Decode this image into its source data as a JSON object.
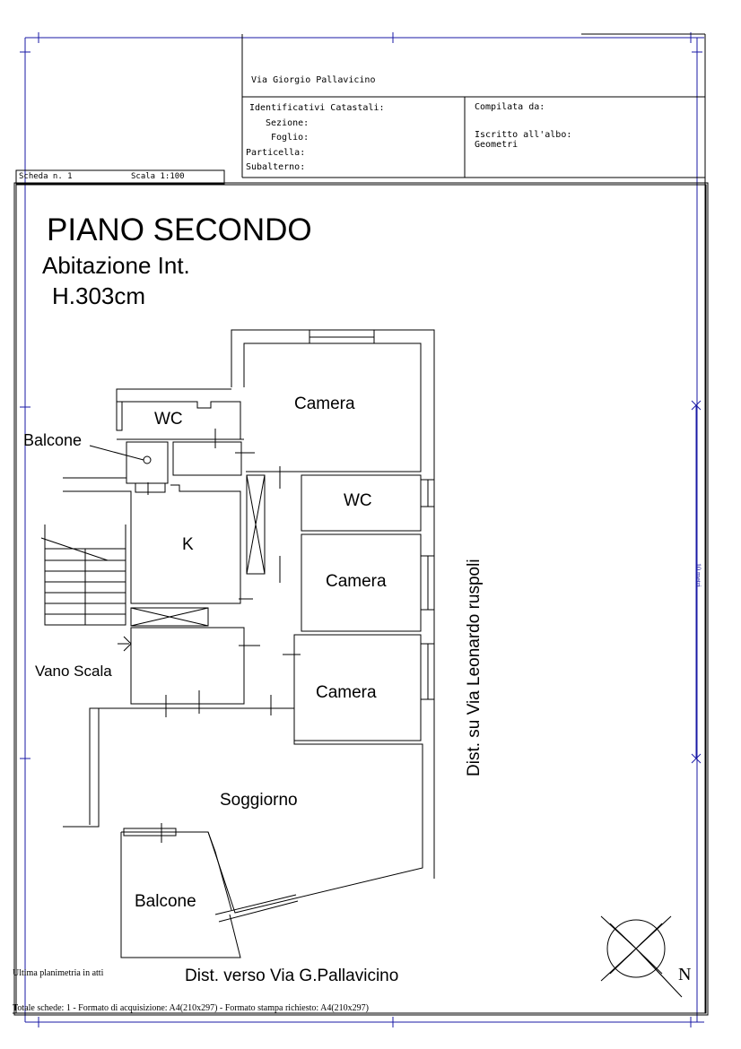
{
  "header": {
    "address": "Via Giorgio Pallavicino",
    "cadastral_title": "Identificativi Catastali:",
    "sezione_label": "Sezione:",
    "foglio_label": "Foglio:",
    "particella_label": "Particella:",
    "subalterno_label": "Subalterno:",
    "compiled_label": "Compilata da:",
    "register_label": "Iscritto all'albo:",
    "register_value": "Geometri",
    "sheet_label": "Scheda n. 1",
    "scale_label": "Scala 1:100"
  },
  "plan": {
    "title": "PIANO SECONDO",
    "subtitle": "Abitazione Int.",
    "height": "H.303cm",
    "rooms": {
      "camera_top": "Camera",
      "wc_left": "WC",
      "wc_right": "WC",
      "kitchen": "K",
      "camera_mid": "Camera",
      "camera_low": "Camera",
      "soggiorno": "Soggiorno",
      "balcone_bottom": "Balcone",
      "balcone_top": "Balcone",
      "vano_scala": "Vano Scala"
    },
    "street_right": "Dist. su Via Leonardo ruspoli",
    "street_bottom": "Dist. verso Via G.Pallavicino",
    "scale_bar_label": "10 metri",
    "north": "N"
  },
  "footer": {
    "note": "Ultima planimetria in atti",
    "totals": "Totale schede: 1 - Formato di acquisizione: A4(210x297)  - Formato stampa richiesto: A4(210x297)"
  }
}
